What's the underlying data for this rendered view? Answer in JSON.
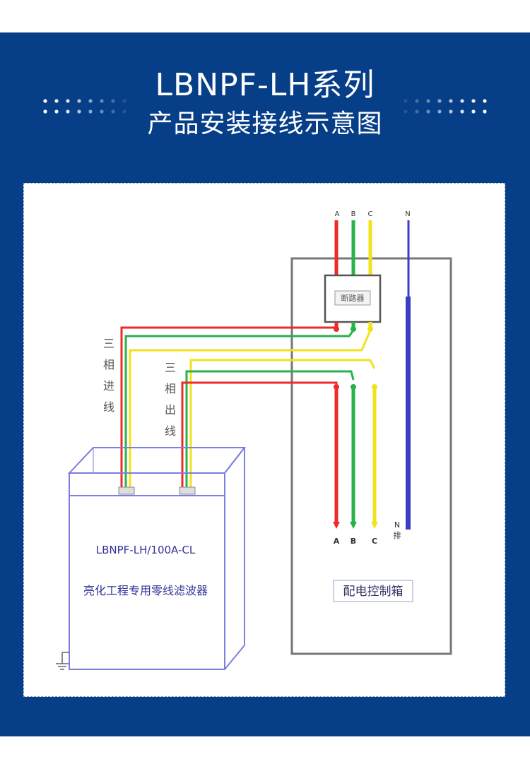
{
  "header": {
    "title_line1": "LBNPF-LH系列",
    "title_line2": "产品安装接线示意图"
  },
  "diagram": {
    "top_phase_labels": [
      "A",
      "B",
      "C",
      "N"
    ],
    "breaker_label": "断路器",
    "input_label_chars": [
      "三",
      "相",
      "进",
      "线"
    ],
    "output_label_chars": [
      "三",
      "相",
      "出",
      "线"
    ],
    "filter_model": "LBNPF-LH/100A-CL",
    "filter_name": "亮化工程专用零线滤波器",
    "bottom_phase_labels": [
      "A",
      "B",
      "C"
    ],
    "n_bar_label_line1": "N",
    "n_bar_label_line2": "排",
    "cabinet_label": "配电控制箱"
  },
  "colors": {
    "panel_blue": "#063e87",
    "phase_a_red": "#ee2a2a",
    "phase_b_green": "#27b24a",
    "phase_c_yellow": "#f2e21c",
    "neutral_blue": "#3a3fc2",
    "box_outline": "#7b7fe0"
  }
}
